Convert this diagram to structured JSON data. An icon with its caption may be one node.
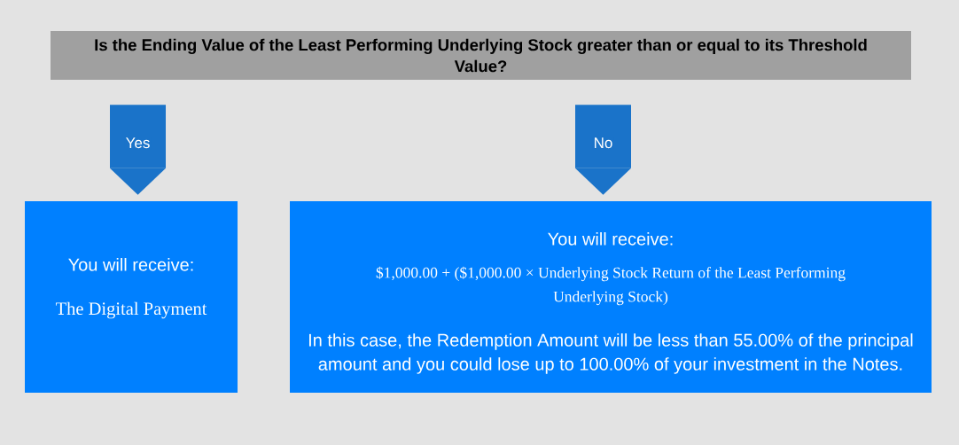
{
  "diagram": {
    "nodes": [
      {
        "text": [
          "Is the Ending Value of the Least Performing Underlying Stock greater than or equal to its Threshold Value?"
        ]
      },
      {
        "text": [
          "You will receive:",
          "The Digital Payment"
        ]
      },
      {
        "text": [
          "You will receive:",
          "$1,000.00 + ($1,000.00 × Underlying Stock Return of the Least Performing Underlying Stock)",
          "In this case, the Redemption Amount will be less than 55.00% of the principal amount and you could lose up to 100.00% of your investment in the Notes."
        ]
      }
    ],
    "edges": [
      {
        "from": 0,
        "to": 1,
        "arrow": "to",
        "label": "Yes"
      },
      {
        "from": 0,
        "to": 2,
        "arrow": "to",
        "label": "No"
      }
    ]
  }
}
